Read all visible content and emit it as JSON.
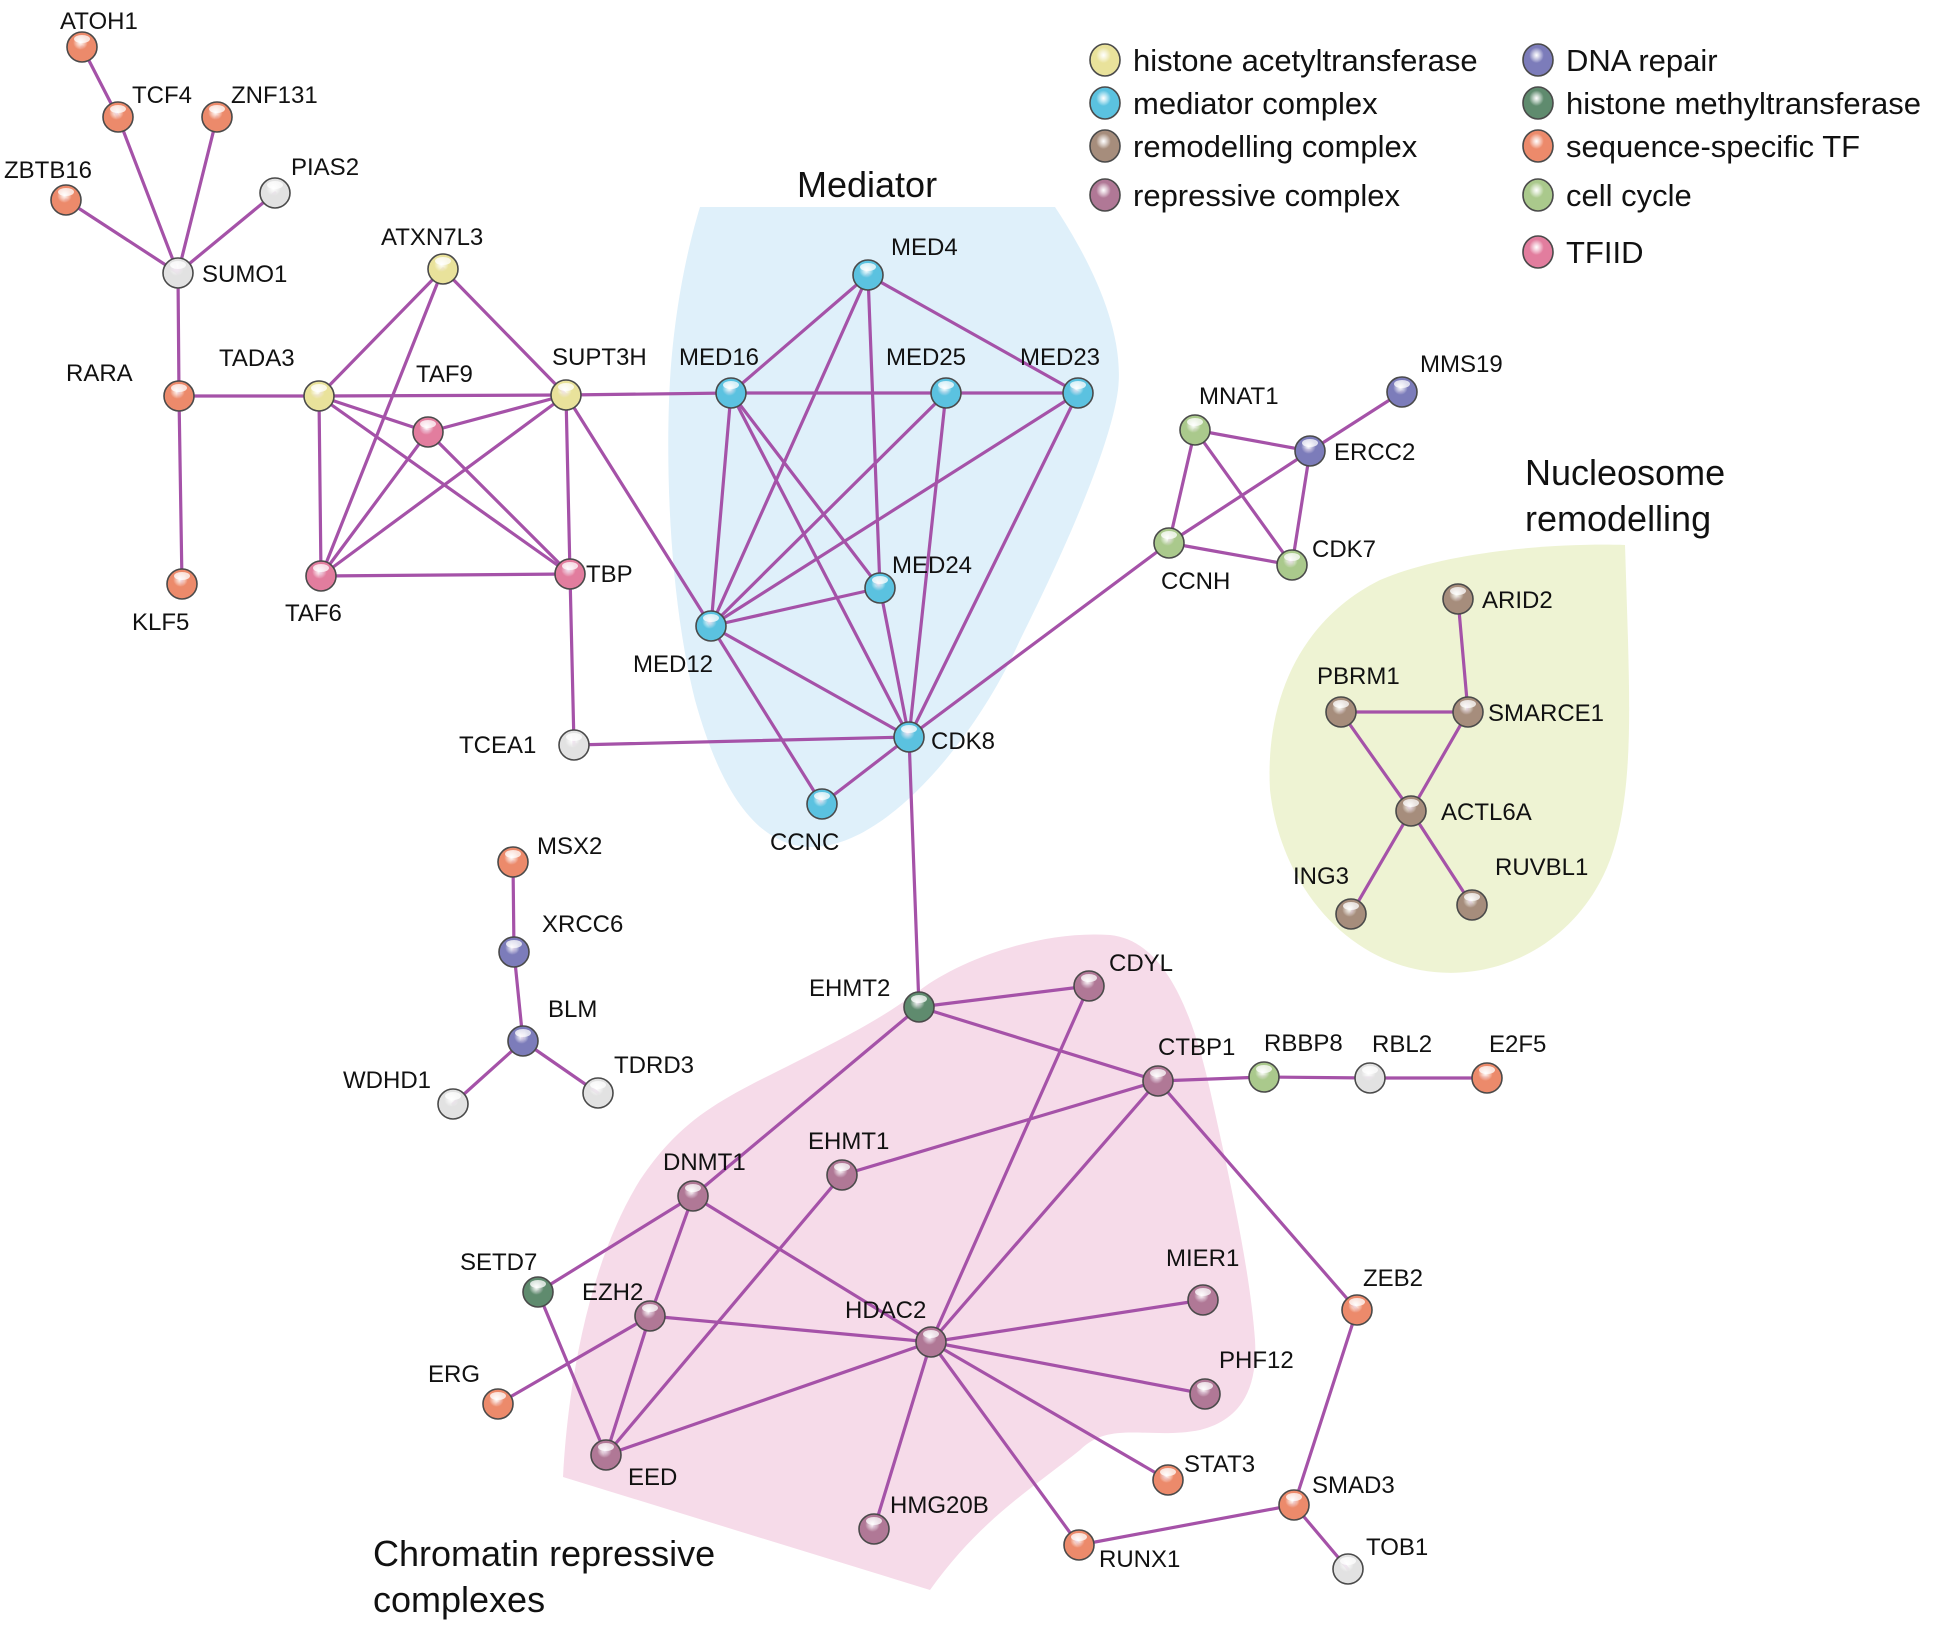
{
  "region_labels": {
    "mediator": "Mediator",
    "nucleosome": [
      "Nucleosome",
      "remodelling"
    ],
    "chromatin": [
      "Chromatin repressive",
      "complexes"
    ]
  },
  "regions": {
    "mediator": {
      "color": "#dff0fa"
    },
    "nucleosome": {
      "color": "#eef3d3"
    },
    "chromatin": {
      "color": "#f6dbe9"
    }
  },
  "edge_color": "#a552a8",
  "categories": {
    "hat": {
      "label": "histone acetyltransferase",
      "color": "#e9e29b"
    },
    "mediator": {
      "label": "mediator complex",
      "color": "#5bc2e0"
    },
    "remodelling": {
      "label": "remodelling complex",
      "color": "#a68d7c"
    },
    "repressive": {
      "label": "repressive complex",
      "color": "#b07896"
    },
    "dna_repair": {
      "label": "DNA repair",
      "color": "#7c7cba"
    },
    "hmt": {
      "label": "histone methyltransferase",
      "color": "#5f8b6e"
    },
    "seq_tf": {
      "label": "sequence-specific TF",
      "color": "#ec8a6b"
    },
    "cell_cycle": {
      "label": "cell cycle",
      "color": "#aac98c"
    },
    "tfiid": {
      "label": "TFIID",
      "color": "#e27d9e"
    },
    "other": {
      "label": "",
      "color": "#e2e2e2"
    }
  },
  "legend": {
    "left": [
      "hat",
      "mediator",
      "remodelling",
      "repressive"
    ],
    "right": [
      "dna_repair",
      "hmt",
      "seq_tf",
      "cell_cycle",
      "tfiid"
    ]
  },
  "nodes": [
    {
      "id": "ATOH1",
      "cat": "seq_tf"
    },
    {
      "id": "TCF4",
      "cat": "seq_tf"
    },
    {
      "id": "ZNF131",
      "cat": "seq_tf"
    },
    {
      "id": "ZBTB16",
      "cat": "seq_tf"
    },
    {
      "id": "PIAS2",
      "cat": "other"
    },
    {
      "id": "SUMO1",
      "cat": "other"
    },
    {
      "id": "ATXN7L3",
      "cat": "hat"
    },
    {
      "id": "RARA",
      "cat": "seq_tf"
    },
    {
      "id": "TADA3",
      "cat": "hat"
    },
    {
      "id": "SUPT3H",
      "cat": "hat"
    },
    {
      "id": "TAF9",
      "cat": "tfiid"
    },
    {
      "id": "TAF6",
      "cat": "tfiid"
    },
    {
      "id": "TBP",
      "cat": "tfiid"
    },
    {
      "id": "KLF5",
      "cat": "seq_tf"
    },
    {
      "id": "TCEA1",
      "cat": "other"
    },
    {
      "id": "MED4",
      "cat": "mediator"
    },
    {
      "id": "MED16",
      "cat": "mediator"
    },
    {
      "id": "MED25",
      "cat": "mediator"
    },
    {
      "id": "MED23",
      "cat": "mediator"
    },
    {
      "id": "MED24",
      "cat": "mediator"
    },
    {
      "id": "MED12",
      "cat": "mediator"
    },
    {
      "id": "CDK8",
      "cat": "mediator"
    },
    {
      "id": "CCNC",
      "cat": "mediator"
    },
    {
      "id": "MNAT1",
      "cat": "cell_cycle"
    },
    {
      "id": "MMS19",
      "cat": "dna_repair"
    },
    {
      "id": "ERCC2",
      "cat": "dna_repair"
    },
    {
      "id": "CCNH",
      "cat": "cell_cycle"
    },
    {
      "id": "CDK7",
      "cat": "cell_cycle"
    },
    {
      "id": "ARID2",
      "cat": "remodelling"
    },
    {
      "id": "PBRM1",
      "cat": "remodelling"
    },
    {
      "id": "SMARCE1",
      "cat": "remodelling"
    },
    {
      "id": "ACTL6A",
      "cat": "remodelling"
    },
    {
      "id": "ING3",
      "cat": "remodelling"
    },
    {
      "id": "RUVBL1",
      "cat": "remodelling"
    },
    {
      "id": "MSX2",
      "cat": "seq_tf"
    },
    {
      "id": "XRCC6",
      "cat": "dna_repair"
    },
    {
      "id": "BLM",
      "cat": "dna_repair"
    },
    {
      "id": "WDHD1",
      "cat": "other"
    },
    {
      "id": "TDRD3",
      "cat": "other"
    },
    {
      "id": "EHMT2",
      "cat": "hmt"
    },
    {
      "id": "CDYL",
      "cat": "repressive"
    },
    {
      "id": "CTBP1",
      "cat": "repressive"
    },
    {
      "id": "RBBP8",
      "cat": "cell_cycle"
    },
    {
      "id": "RBL2",
      "cat": "other"
    },
    {
      "id": "E2F5",
      "cat": "seq_tf"
    },
    {
      "id": "EHMT1",
      "cat": "repressive"
    },
    {
      "id": "DNMT1",
      "cat": "repressive"
    },
    {
      "id": "SETD7",
      "cat": "hmt"
    },
    {
      "id": "EZH2",
      "cat": "repressive"
    },
    {
      "id": "HDAC2",
      "cat": "repressive"
    },
    {
      "id": "MIER1",
      "cat": "repressive"
    },
    {
      "id": "PHF12",
      "cat": "repressive"
    },
    {
      "id": "ERG",
      "cat": "seq_tf"
    },
    {
      "id": "EED",
      "cat": "repressive"
    },
    {
      "id": "STAT3",
      "cat": "seq_tf"
    },
    {
      "id": "ZEB2",
      "cat": "seq_tf"
    },
    {
      "id": "SMAD3",
      "cat": "seq_tf"
    },
    {
      "id": "HMG20B",
      "cat": "repressive"
    },
    {
      "id": "RUNX1",
      "cat": "seq_tf"
    },
    {
      "id": "TOB1",
      "cat": "other"
    }
  ],
  "edges": [
    [
      "ATOH1",
      "TCF4"
    ],
    [
      "TCF4",
      "SUMO1"
    ],
    [
      "ZNF131",
      "SUMO1"
    ],
    [
      "ZBTB16",
      "SUMO1"
    ],
    [
      "PIAS2",
      "SUMO1"
    ],
    [
      "SUMO1",
      "RARA"
    ],
    [
      "RARA",
      "KLF5"
    ],
    [
      "RARA",
      "TADA3"
    ],
    [
      "TADA3",
      "SUPT3H"
    ],
    [
      "TADA3",
      "ATXN7L3"
    ],
    [
      "TADA3",
      "TAF9"
    ],
    [
      "TADA3",
      "TAF6"
    ],
    [
      "TADA3",
      "TBP"
    ],
    [
      "ATXN7L3",
      "SUPT3H"
    ],
    [
      "ATXN7L3",
      "TAF6"
    ],
    [
      "TAF9",
      "SUPT3H"
    ],
    [
      "TAF9",
      "TAF6"
    ],
    [
      "TAF9",
      "TBP"
    ],
    [
      "SUPT3H",
      "TAF6"
    ],
    [
      "SUPT3H",
      "TBP"
    ],
    [
      "SUPT3H",
      "MED16"
    ],
    [
      "SUPT3H",
      "MED12"
    ],
    [
      "TAF6",
      "TBP"
    ],
    [
      "TBP",
      "TCEA1"
    ],
    [
      "TCEA1",
      "CDK8"
    ],
    [
      "MED4",
      "MED16"
    ],
    [
      "MED4",
      "MED23"
    ],
    [
      "MED4",
      "MED12"
    ],
    [
      "MED4",
      "MED24"
    ],
    [
      "MED16",
      "MED25"
    ],
    [
      "MED25",
      "MED23"
    ],
    [
      "MED16",
      "MED12"
    ],
    [
      "MED16",
      "MED24"
    ],
    [
      "MED16",
      "CDK8"
    ],
    [
      "MED25",
      "MED12"
    ],
    [
      "MED25",
      "CDK8"
    ],
    [
      "MED23",
      "MED12"
    ],
    [
      "MED23",
      "CDK8"
    ],
    [
      "MED24",
      "MED12"
    ],
    [
      "MED24",
      "CDK8"
    ],
    [
      "MED12",
      "CDK8"
    ],
    [
      "MED12",
      "CCNC"
    ],
    [
      "CCNC",
      "CDK8"
    ],
    [
      "CDK8",
      "CCNH"
    ],
    [
      "CDK8",
      "EHMT2"
    ],
    [
      "MNAT1",
      "ERCC2"
    ],
    [
      "MNAT1",
      "CCNH"
    ],
    [
      "MNAT1",
      "CDK7"
    ],
    [
      "ERCC2",
      "MMS19"
    ],
    [
      "ERCC2",
      "CCNH"
    ],
    [
      "ERCC2",
      "CDK7"
    ],
    [
      "CCNH",
      "CDK7"
    ],
    [
      "ARID2",
      "SMARCE1"
    ],
    [
      "PBRM1",
      "SMARCE1"
    ],
    [
      "PBRM1",
      "ACTL6A"
    ],
    [
      "SMARCE1",
      "ACTL6A"
    ],
    [
      "ACTL6A",
      "ING3"
    ],
    [
      "ACTL6A",
      "RUVBL1"
    ],
    [
      "MSX2",
      "XRCC6"
    ],
    [
      "XRCC6",
      "BLM"
    ],
    [
      "BLM",
      "WDHD1"
    ],
    [
      "BLM",
      "TDRD3"
    ],
    [
      "EHMT2",
      "CDYL"
    ],
    [
      "EHMT2",
      "CTBP1"
    ],
    [
      "EHMT2",
      "DNMT1"
    ],
    [
      "CDYL",
      "HDAC2"
    ],
    [
      "CTBP1",
      "EHMT1"
    ],
    [
      "CTBP1",
      "HDAC2"
    ],
    [
      "CTBP1",
      "RBBP8"
    ],
    [
      "CTBP1",
      "ZEB2"
    ],
    [
      "RBBP8",
      "RBL2"
    ],
    [
      "RBL2",
      "E2F5"
    ],
    [
      "DNMT1",
      "SETD7"
    ],
    [
      "DNMT1",
      "EZH2"
    ],
    [
      "DNMT1",
      "HDAC2"
    ],
    [
      "EHMT1",
      "EED"
    ],
    [
      "SETD7",
      "EED"
    ],
    [
      "EZH2",
      "ERG"
    ],
    [
      "EZH2",
      "EED"
    ],
    [
      "EZH2",
      "HDAC2"
    ],
    [
      "HDAC2",
      "EED"
    ],
    [
      "HDAC2",
      "MIER1"
    ],
    [
      "HDAC2",
      "PHF12"
    ],
    [
      "HDAC2",
      "STAT3"
    ],
    [
      "HDAC2",
      "HMG20B"
    ],
    [
      "HDAC2",
      "RUNX1"
    ],
    [
      "RUNX1",
      "SMAD3"
    ],
    [
      "SMAD3",
      "ZEB2"
    ],
    [
      "SMAD3",
      "TOB1"
    ]
  ]
}
